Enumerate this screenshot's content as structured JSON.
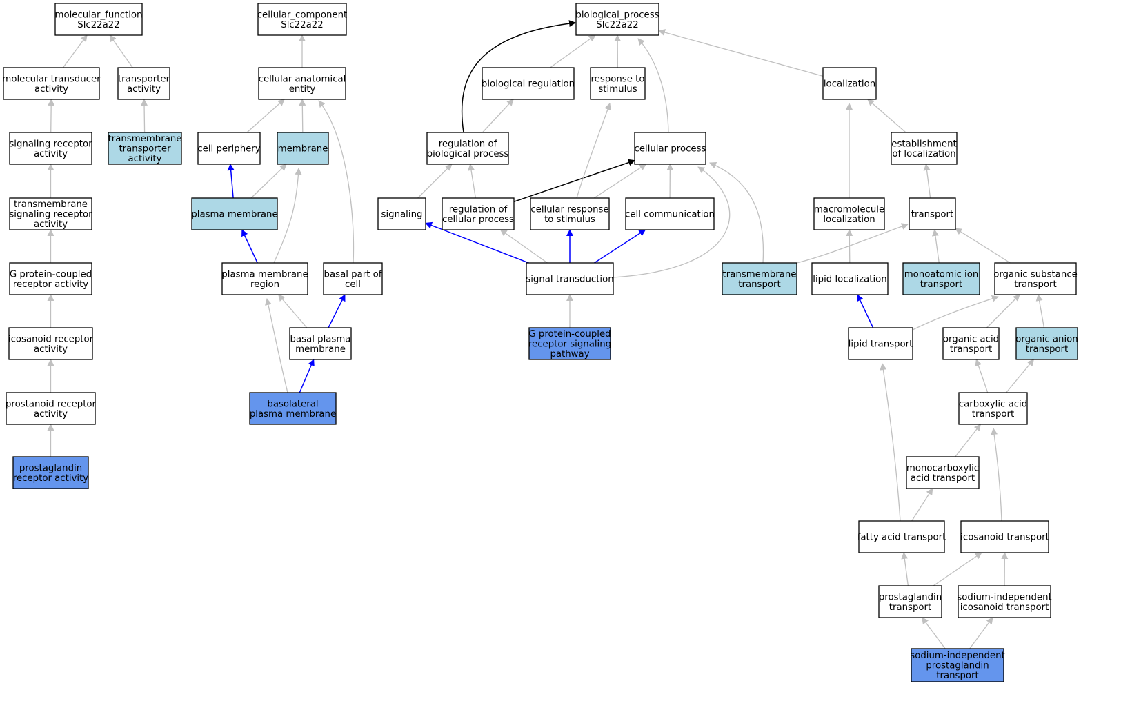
{
  "graph": {
    "node_colors": {
      "white": "#ffffff",
      "light": "#add8e6",
      "blue": "#6495ed"
    },
    "edge_colors": {
      "gray": "#c0c0c0",
      "blue": "#0000ff",
      "black": "#000000"
    },
    "nodes": [
      {
        "id": "mf",
        "lines": [
          "molecular_function",
          "Slc22a22"
        ],
        "fill": "white"
      },
      {
        "id": "mta",
        "lines": [
          "molecular transducer",
          "activity"
        ],
        "fill": "white"
      },
      {
        "id": "ta",
        "lines": [
          "transporter",
          "activity"
        ],
        "fill": "white"
      },
      {
        "id": "sra",
        "lines": [
          "signaling receptor",
          "activity"
        ],
        "fill": "white"
      },
      {
        "id": "tta",
        "lines": [
          "transmembrane",
          "transporter",
          "activity"
        ],
        "fill": "light"
      },
      {
        "id": "tsra",
        "lines": [
          "transmembrane",
          "signaling receptor",
          "activity"
        ],
        "fill": "white"
      },
      {
        "id": "gpcr",
        "lines": [
          "G protein-coupled",
          "receptor activity"
        ],
        "fill": "white"
      },
      {
        "id": "ira",
        "lines": [
          "icosanoid receptor",
          "activity"
        ],
        "fill": "white"
      },
      {
        "id": "pra",
        "lines": [
          "prostanoid receptor",
          "activity"
        ],
        "fill": "white"
      },
      {
        "id": "pgra",
        "lines": [
          "prostaglandin",
          "receptor activity"
        ],
        "fill": "blue"
      },
      {
        "id": "cc",
        "lines": [
          "cellular_component",
          "Slc22a22"
        ],
        "fill": "white"
      },
      {
        "id": "cae",
        "lines": [
          "cellular anatomical",
          "entity"
        ],
        "fill": "white"
      },
      {
        "id": "cp",
        "lines": [
          "cell periphery"
        ],
        "fill": "white"
      },
      {
        "id": "mem",
        "lines": [
          "membrane"
        ],
        "fill": "light"
      },
      {
        "id": "pm",
        "lines": [
          "plasma membrane"
        ],
        "fill": "light"
      },
      {
        "id": "pmr",
        "lines": [
          "plasma membrane",
          "region"
        ],
        "fill": "white"
      },
      {
        "id": "bpc",
        "lines": [
          "basal part of",
          "cell"
        ],
        "fill": "white"
      },
      {
        "id": "bpm",
        "lines": [
          "basal plasma",
          "membrane"
        ],
        "fill": "white"
      },
      {
        "id": "blpm",
        "lines": [
          "basolateral",
          "plasma membrane"
        ],
        "fill": "blue"
      },
      {
        "id": "bp",
        "lines": [
          "biological_process",
          "Slc22a22"
        ],
        "fill": "white"
      },
      {
        "id": "br",
        "lines": [
          "biological regulation"
        ],
        "fill": "white"
      },
      {
        "id": "rts",
        "lines": [
          "response to",
          "stimulus"
        ],
        "fill": "white"
      },
      {
        "id": "loc",
        "lines": [
          "localization"
        ],
        "fill": "white"
      },
      {
        "id": "rbp",
        "lines": [
          "regulation of",
          "biological process"
        ],
        "fill": "white"
      },
      {
        "id": "cpr",
        "lines": [
          "cellular process"
        ],
        "fill": "white"
      },
      {
        "id": "eol",
        "lines": [
          "establishment",
          "of localization"
        ],
        "fill": "white"
      },
      {
        "id": "sig",
        "lines": [
          "signaling"
        ],
        "fill": "white"
      },
      {
        "id": "rcp",
        "lines": [
          "regulation of",
          "cellular process"
        ],
        "fill": "white"
      },
      {
        "id": "crs",
        "lines": [
          "cellular response",
          "to stimulus"
        ],
        "fill": "white"
      },
      {
        "id": "ccm",
        "lines": [
          "cell communication"
        ],
        "fill": "white"
      },
      {
        "id": "mloc",
        "lines": [
          "macromolecule",
          "localization"
        ],
        "fill": "white"
      },
      {
        "id": "tr",
        "lines": [
          "transport"
        ],
        "fill": "white"
      },
      {
        "id": "st",
        "lines": [
          "signal transduction"
        ],
        "fill": "white"
      },
      {
        "id": "tmt",
        "lines": [
          "transmembrane",
          "transport"
        ],
        "fill": "light"
      },
      {
        "id": "lloc",
        "lines": [
          "lipid localization"
        ],
        "fill": "white"
      },
      {
        "id": "mit",
        "lines": [
          "monoatomic ion",
          "transport"
        ],
        "fill": "light"
      },
      {
        "id": "ost",
        "lines": [
          "organic substance",
          "transport"
        ],
        "fill": "white"
      },
      {
        "id": "gpsp",
        "lines": [
          "G protein-coupled",
          "receptor signaling",
          "pathway"
        ],
        "fill": "blue"
      },
      {
        "id": "lt",
        "lines": [
          "lipid transport"
        ],
        "fill": "white"
      },
      {
        "id": "oact",
        "lines": [
          "organic acid",
          "transport"
        ],
        "fill": "white"
      },
      {
        "id": "oant",
        "lines": [
          "organic anion",
          "transport"
        ],
        "fill": "light"
      },
      {
        "id": "cat",
        "lines": [
          "carboxylic acid",
          "transport"
        ],
        "fill": "white"
      },
      {
        "id": "mcat",
        "lines": [
          "monocarboxylic",
          "acid transport"
        ],
        "fill": "white"
      },
      {
        "id": "fat",
        "lines": [
          "fatty acid transport"
        ],
        "fill": "white"
      },
      {
        "id": "ict",
        "lines": [
          "icosanoid transport"
        ],
        "fill": "white"
      },
      {
        "id": "pgt",
        "lines": [
          "prostaglandin",
          "transport"
        ],
        "fill": "white"
      },
      {
        "id": "siit",
        "lines": [
          "sodium-independent",
          "icosanoid transport"
        ],
        "fill": "white"
      },
      {
        "id": "sipt",
        "lines": [
          "sodium-independent",
          "prostaglandin",
          "transport"
        ],
        "fill": "blue"
      }
    ],
    "edges": [
      {
        "from": "mta",
        "to": "mf",
        "color": "gray"
      },
      {
        "from": "ta",
        "to": "mf",
        "color": "gray"
      },
      {
        "from": "sra",
        "to": "mta",
        "color": "gray"
      },
      {
        "from": "tta",
        "to": "ta",
        "color": "gray"
      },
      {
        "from": "tsra",
        "to": "sra",
        "color": "gray"
      },
      {
        "from": "gpcr",
        "to": "tsra",
        "color": "gray"
      },
      {
        "from": "ira",
        "to": "gpcr",
        "color": "gray"
      },
      {
        "from": "pra",
        "to": "ira",
        "color": "gray"
      },
      {
        "from": "pgra",
        "to": "pra",
        "color": "gray"
      },
      {
        "from": "cae",
        "to": "cc",
        "color": "gray"
      },
      {
        "from": "cp",
        "to": "cae",
        "color": "gray"
      },
      {
        "from": "mem",
        "to": "cae",
        "color": "gray"
      },
      {
        "from": "bpc",
        "to": "cae",
        "color": "gray"
      },
      {
        "from": "pm",
        "to": "cp",
        "color": "blue"
      },
      {
        "from": "pm",
        "to": "mem",
        "color": "gray"
      },
      {
        "from": "pmr",
        "to": "mem",
        "color": "gray"
      },
      {
        "from": "pmr",
        "to": "pm",
        "color": "blue"
      },
      {
        "from": "bpm",
        "to": "pmr",
        "color": "gray"
      },
      {
        "from": "bpm",
        "to": "bpc",
        "color": "blue"
      },
      {
        "from": "blpm",
        "to": "pmr",
        "color": "gray"
      },
      {
        "from": "blpm",
        "to": "bpm",
        "color": "blue"
      },
      {
        "from": "br",
        "to": "bp",
        "color": "gray"
      },
      {
        "from": "rts",
        "to": "bp",
        "color": "gray"
      },
      {
        "from": "cpr",
        "to": "bp",
        "color": "gray"
      },
      {
        "from": "loc",
        "to": "bp",
        "color": "gray"
      },
      {
        "from": "rbp",
        "to": "bp",
        "color": "black"
      },
      {
        "from": "rbp",
        "to": "br",
        "color": "gray"
      },
      {
        "from": "eol",
        "to": "loc",
        "color": "gray"
      },
      {
        "from": "mloc",
        "to": "loc",
        "color": "gray"
      },
      {
        "from": "sig",
        "to": "rbp",
        "color": "gray"
      },
      {
        "from": "rcp",
        "to": "rbp",
        "color": "gray"
      },
      {
        "from": "rcp",
        "to": "cpr",
        "color": "black"
      },
      {
        "from": "crs",
        "to": "cpr",
        "color": "gray"
      },
      {
        "from": "crs",
        "to": "rts",
        "color": "gray"
      },
      {
        "from": "ccm",
        "to": "cpr",
        "color": "gray"
      },
      {
        "from": "st",
        "to": "cpr",
        "color": "gray"
      },
      {
        "from": "tmt",
        "to": "cpr",
        "color": "gray"
      },
      {
        "from": "tr",
        "to": "eol",
        "color": "gray"
      },
      {
        "from": "st",
        "to": "sig",
        "color": "blue"
      },
      {
        "from": "st",
        "to": "rcp",
        "color": "gray"
      },
      {
        "from": "st",
        "to": "crs",
        "color": "blue"
      },
      {
        "from": "st",
        "to": "ccm",
        "color": "blue"
      },
      {
        "from": "gpsp",
        "to": "st",
        "color": "gray"
      },
      {
        "from": "tmt",
        "to": "tr",
        "color": "gray"
      },
      {
        "from": "lloc",
        "to": "mloc",
        "color": "gray"
      },
      {
        "from": "mit",
        "to": "tr",
        "color": "gray"
      },
      {
        "from": "ost",
        "to": "tr",
        "color": "gray"
      },
      {
        "from": "lt",
        "to": "lloc",
        "color": "blue"
      },
      {
        "from": "lt",
        "to": "ost",
        "color": "gray"
      },
      {
        "from": "oact",
        "to": "ost",
        "color": "gray"
      },
      {
        "from": "oant",
        "to": "ost",
        "color": "gray"
      },
      {
        "from": "cat",
        "to": "oact",
        "color": "gray"
      },
      {
        "from": "cat",
        "to": "oant",
        "color": "gray"
      },
      {
        "from": "mcat",
        "to": "cat",
        "color": "gray"
      },
      {
        "from": "ict",
        "to": "cat",
        "color": "gray"
      },
      {
        "from": "fat",
        "to": "mcat",
        "color": "gray"
      },
      {
        "from": "fat",
        "to": "lt",
        "color": "gray"
      },
      {
        "from": "pgt",
        "to": "fat",
        "color": "gray"
      },
      {
        "from": "pgt",
        "to": "ict",
        "color": "gray"
      },
      {
        "from": "siit",
        "to": "ict",
        "color": "gray"
      },
      {
        "from": "sipt",
        "to": "pgt",
        "color": "gray"
      },
      {
        "from": "sipt",
        "to": "siit",
        "color": "gray"
      }
    ]
  }
}
